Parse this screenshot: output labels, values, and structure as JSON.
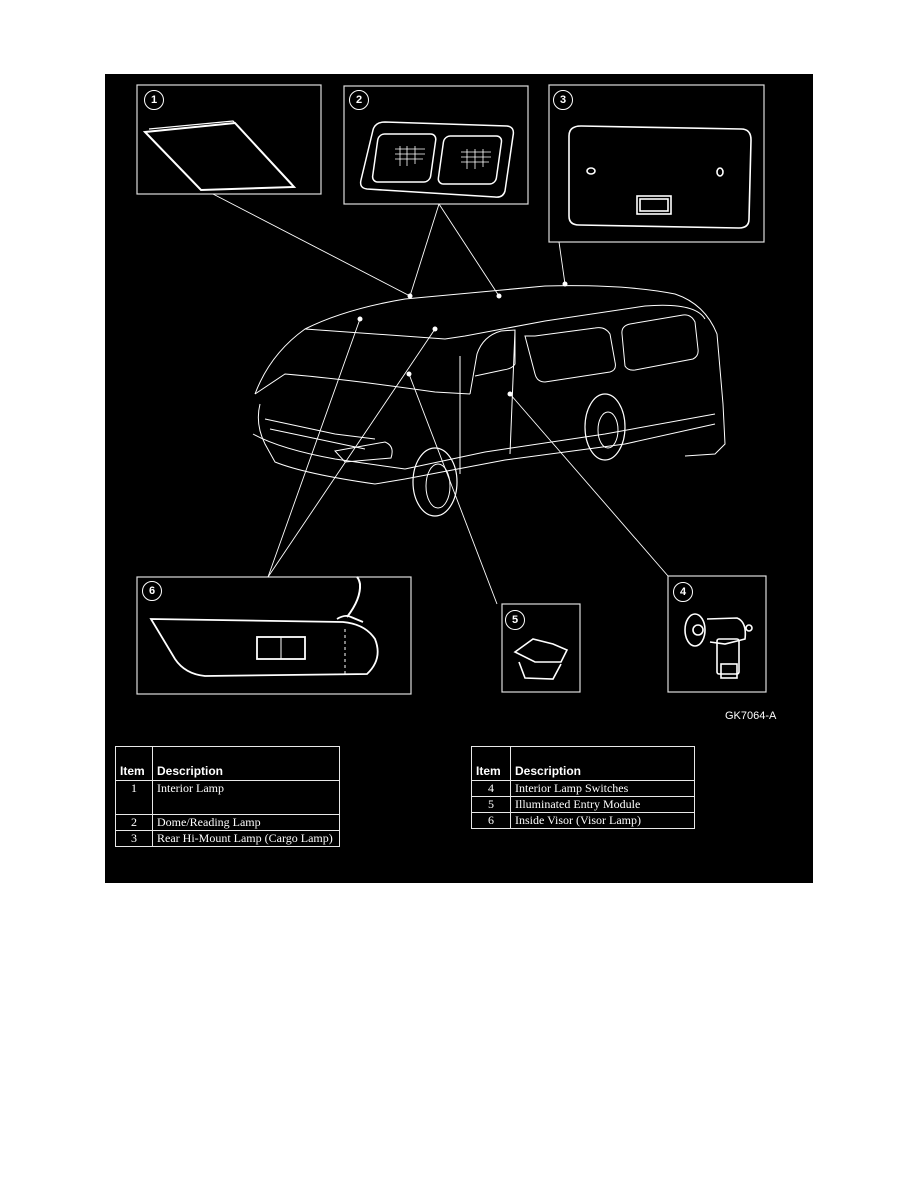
{
  "figure": {
    "id": "GK7064-A",
    "background": "#000000",
    "line_color": "#ffffff"
  },
  "callouts": [
    {
      "item": "1",
      "label": "Interior Lamp",
      "icon": "interior-lamp-lens-icon"
    },
    {
      "item": "2",
      "label": "Dome/Reading Lamp",
      "icon": "dome-reading-lamp-icon"
    },
    {
      "item": "3",
      "label": "Rear Hi-Mount Lamp (Cargo Lamp)",
      "icon": "cargo-lamp-icon"
    },
    {
      "item": "4",
      "label": "Interior Lamp Switches",
      "icon": "door-switch-icon"
    },
    {
      "item": "5",
      "label": "Illuminated Entry Module",
      "icon": "entry-module-icon"
    },
    {
      "item": "6",
      "label": "Inside Visor (Visor Lamp)",
      "icon": "visor-lamp-icon"
    }
  ],
  "tables": [
    {
      "headers": {
        "item": "Item",
        "description": "Description"
      },
      "rows": [
        {
          "item": "1",
          "description": "Interior Lamp"
        },
        {
          "item": "2",
          "description": "Dome/Reading Lamp"
        },
        {
          "item": "3",
          "description": "Rear Hi-Mount Lamp (Cargo Lamp)"
        }
      ]
    },
    {
      "headers": {
        "item": "Item",
        "description": "Description"
      },
      "rows": [
        {
          "item": "4",
          "description": "Interior Lamp Switches"
        },
        {
          "item": "5",
          "description": "Illuminated Entry Module"
        },
        {
          "item": "6",
          "description": "Inside Visor (Visor Lamp)"
        }
      ]
    }
  ]
}
